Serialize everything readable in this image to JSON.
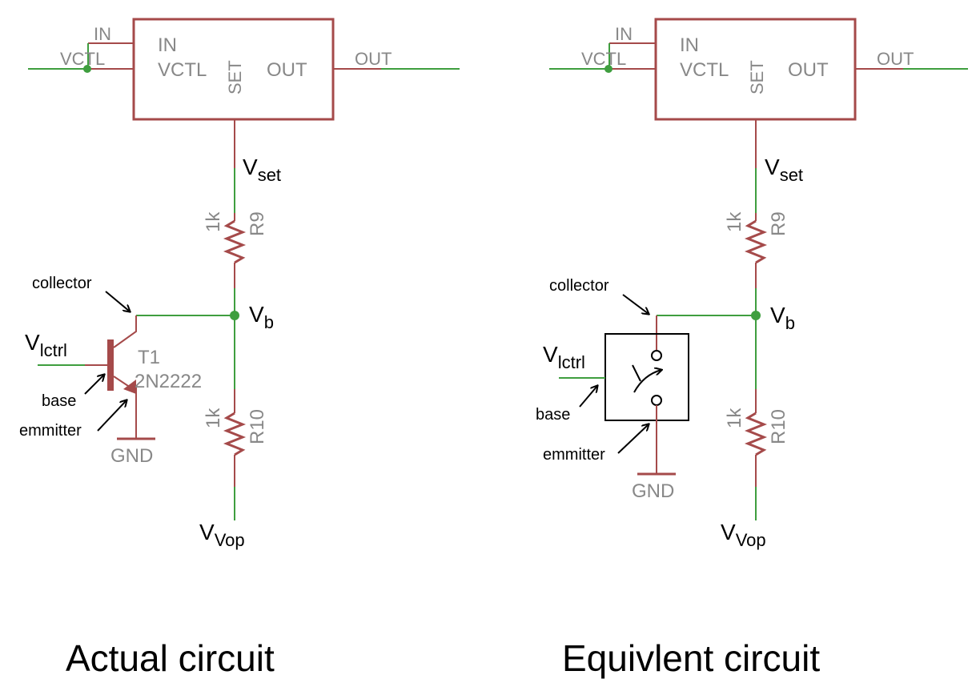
{
  "ic": {
    "pin_in": "IN",
    "pin_vctl": "VCTL",
    "pin_set": "SET",
    "pin_out": "OUT",
    "net_in": "IN",
    "net_vctl": "VCTL",
    "net_out": "OUT"
  },
  "nodes": {
    "vset_main": "V",
    "vset_sub": "set",
    "vb_main": "V",
    "vb_sub": "b",
    "vvop_main": "V",
    "vvop_sub": "Vop",
    "vlctrl_main": "V",
    "vlctrl_sub": "lctrl",
    "gnd": "GND"
  },
  "components": {
    "r9_value": "1k",
    "r9_name": "R9",
    "r10_value": "1k",
    "r10_name": "R10",
    "t1_name": "T1",
    "t1_part": "2N2222"
  },
  "annotations": {
    "collector": "collector",
    "base": "base",
    "emmitter": "emmitter"
  },
  "captions": {
    "left": "Actual circuit",
    "right": "Equivlent circuit"
  },
  "colors": {
    "wire": "#3f9e3f",
    "component": "#a54a4a",
    "label_gray": "#888888"
  }
}
